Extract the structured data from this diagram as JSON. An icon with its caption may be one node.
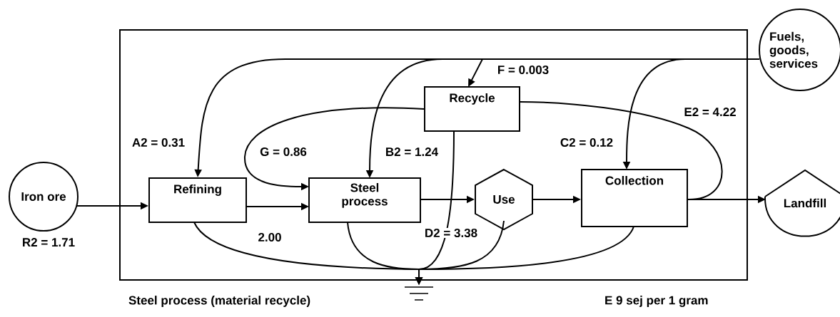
{
  "diagram": {
    "nodes": [
      {
        "text": [
          "Steel process (material recycle)"
        ]
      },
      {
        "text": [
          "Iron ore"
        ]
      },
      {
        "text": [
          "Fuels, goods, services"
        ]
      },
      {
        "text": [
          "Refining"
        ],
        "in": 0
      },
      {
        "text": [
          "Recycle"
        ],
        "in": 0
      },
      {
        "text": [
          "Steel process"
        ],
        "in": 0
      },
      {
        "text": [
          "Use"
        ],
        "in": 0
      },
      {
        "text": [
          "Collection"
        ],
        "in": 0
      },
      {
        "text": [
          "Landfill"
        ]
      },
      {
        "text": [],
        "shape": "ground"
      }
    ],
    "edges": [
      {
        "from": 1,
        "to": 3,
        "arrow": "to",
        "label": "R2 =  1.71"
      },
      {
        "from": 2,
        "to": 3,
        "arrow": "to",
        "label": "A2 = 0.31"
      },
      {
        "from": 2,
        "to": 4,
        "arrow": "to",
        "label": "F = 0.003"
      },
      {
        "from": 2,
        "to": 5,
        "arrow": "to",
        "label": "B2 = 1.24"
      },
      {
        "from": 2,
        "to": 7,
        "arrow": "to",
        "label": "C2 = 0.12"
      },
      {
        "from": 3,
        "to": 5,
        "arrow": "to",
        "label": "2.00"
      },
      {
        "from": 4,
        "to": 5,
        "arrow": "to",
        "label": "G = 0.86"
      },
      {
        "from": 5,
        "to": 6,
        "arrow": "to"
      },
      {
        "from": 6,
        "to": 7,
        "arrow": "to"
      },
      {
        "from": 7,
        "to": 4,
        "arrow": "none",
        "label": "E2 = 4.22"
      },
      {
        "from": 7,
        "to": 8,
        "arrow": "to"
      },
      {
        "from": 3,
        "to": 9,
        "arrow": "to"
      },
      {
        "from": 5,
        "to": 9,
        "arrow": "to"
      },
      {
        "from": 4,
        "to": 9,
        "arrow": "to",
        "label": "D2 = 3.38"
      },
      {
        "from": 6,
        "to": 9,
        "arrow": "to"
      },
      {
        "from": 7,
        "to": 9,
        "arrow": "to"
      }
    ],
    "labels": [
      "E 9 sej per 1 gram"
    ]
  }
}
